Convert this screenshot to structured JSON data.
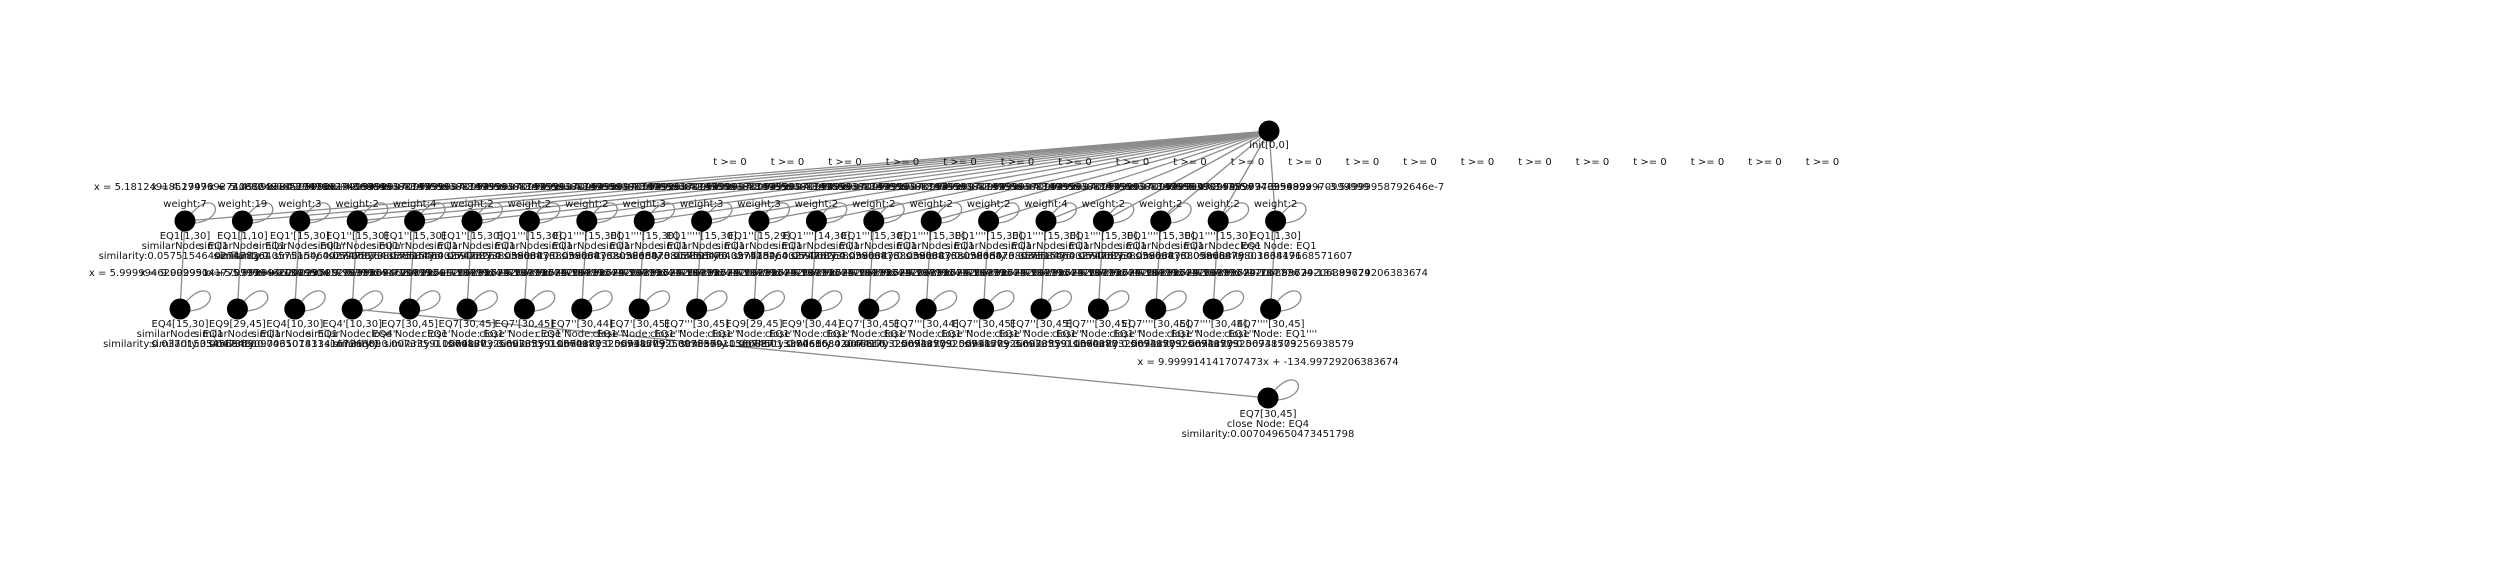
{
  "root": {
    "label": "init[0,0]"
  },
  "root_edge_labels": [
    "t >= 0",
    "t >= 0",
    "t >= 0",
    "t >= 0",
    "t >= 0",
    "t >= 0",
    "t >= 0",
    "t >= 0",
    "t >= 0",
    "t >= 0",
    "t >= 0",
    "t >= 0",
    "t >= 0",
    "t >= 0",
    "t >= 0",
    "t >= 0",
    "t >= 0",
    "t >= 0",
    "t >= 0",
    "t >= 0"
  ],
  "level1_loop_labels": [
    "x = 5.18124918527476 + -3.49999380999999x",
    "x = 4.19999927406864x + -3.50000199999999",
    "x = 5.18124918527476x + -3.54999970999999",
    "x = 4.19999927406864x + -3.54999970999999",
    "x = 4.19999938874755x + -3.54999970999999",
    "x = 4.19999938874755x + -3.54999970999999",
    "x = 4.19999938874755x + -3.54999970999999",
    "x = 4.19999938874755x + -3.54999970999999",
    "x = 4.19999938874755x + -3.54999970999999",
    "x = 4.19999938874755x + -3.54999970999999",
    "x = 4.19999938874755x + -3.54999970999999",
    "x = 4.19999938874755x + -3.54999970999999",
    "x = 4.19999938874755x + -3.54999970999999",
    "x = 4.19999938874755x + -3.54999970999999",
    "x = 4.19999938874755x + -3.54999970999999",
    "x = 4.19999938874755x + -3.54999970999999",
    "x = 4.19999938874755x + -3.54999970999999",
    "x = 4.19999938874755x + -3.54999970999999",
    "x = 4.19999938874755x + -3.54999970999999",
    "x = 7.49999389774335682x + -3.54999958792646e-7"
  ],
  "level1_nodes": [
    {
      "name": "EQ1[1,30]",
      "weight": "weight:7",
      "note": "similarNode: EQ1",
      "similarity": "similarity:0.057515464027478264"
    },
    {
      "name": "EQ1[1,10]",
      "weight": "weight:19",
      "note": "similarNode: EQ1",
      "similarity": "similarity:1"
    },
    {
      "name": "EQ1'[15,30]",
      "weight": "weight:3",
      "note": "similarNode: EQ1''",
      "similarity": "similarity:0.057515464027478264"
    },
    {
      "name": "EQ1''[15,30]",
      "weight": "weight:2",
      "note": "similarNode: EQ1'",
      "similarity": "similarity:0.05906873803868476"
    },
    {
      "name": "EQ1''[15,30]",
      "weight": "weight:4",
      "note": "similarNode: EQ1",
      "similarity": "similarity:0.057515464027478264"
    },
    {
      "name": "EQ1''[15,30]",
      "weight": "weight:2",
      "note": "similarNode: EQ1",
      "similarity": "similarity:0.05906873803868476"
    },
    {
      "name": "EQ1'''[15,30]",
      "weight": "weight:2",
      "note": "similarNode: EQ1",
      "similarity": "similarity:0.05906873803868476"
    },
    {
      "name": "EQ1''''[15,30]",
      "weight": "weight:2",
      "note": "similarNode: EQ1",
      "similarity": "similarity:0.05906873803868476"
    },
    {
      "name": "EQ1''''[15,30]",
      "weight": "weight:3",
      "note": "similarNode: EQ1",
      "similarity": "similarity:0.05906873803868476"
    },
    {
      "name": "EQ1'''''[15,30]",
      "weight": "weight:3",
      "note": "similarNode: EQ1",
      "similarity": "similarity:0.057515464027478264"
    },
    {
      "name": "EQ1''[15,29]",
      "weight": "weight:3",
      "note": "similarNode: EQ1",
      "similarity": "similarity:0.057515464027478264"
    },
    {
      "name": "EQ1''''[14,30]",
      "weight": "weight:2",
      "note": "similarNode: EQ1",
      "similarity": "similarity:0.05906873803868476"
    },
    {
      "name": "EQ1'''[15,30]",
      "weight": "weight:2",
      "note": "similarNode: EQ1",
      "similarity": "similarity:0.05906873803868476"
    },
    {
      "name": "EQ1''''[15,30]",
      "weight": "weight:2",
      "note": "similarNode: EQ1",
      "similarity": "similarity:0.05906873803868476"
    },
    {
      "name": "EQ1''''[15,30]",
      "weight": "weight:2",
      "note": "similarNode: EQ1",
      "similarity": "similarity:0.05906873803868476"
    },
    {
      "name": "EQ1''''[15,30]",
      "weight": "weight:4",
      "note": "similarNode: EQ1",
      "similarity": "similarity:0.057515464027478264"
    },
    {
      "name": "EQ1''''[15,30]",
      "weight": "weight:2",
      "note": "similarNode: EQ1",
      "similarity": "similarity:0.05906873803868476"
    },
    {
      "name": "EQ1''''[15,30]",
      "weight": "weight:2",
      "note": "similarNode: EQ1",
      "similarity": "similarity:0.05906873803868476"
    },
    {
      "name": "EQ1''''[15,30]",
      "weight": "weight:2",
      "note": "similarNode: EQ1",
      "similarity": "similarity:0.05906873803868476"
    },
    {
      "name": "EQ1[1,30]",
      "weight": "weight:2",
      "note": "close Node: EQ1",
      "similarity": "similarity:0.163419168571607"
    }
  ],
  "level2_loop_labels": [
    "x = 5.99999462002950x + -5.99999462002950",
    "x = 9.99999141770777x + -134.99729206383674",
    "x = 5.99999462002950x + -5.99999462002950",
    "x = 9.99999141770777x + -134.99729206383674",
    "x = 9.99999141770777x + -134.99729206383674",
    "x = 9.99999141770777x + -134.99729206383674",
    "x = 9.99999141770777x + -134.99729206383674",
    "x = 9.99999141770777x + -134.99729206383674",
    "x = 9.99999141770777x + -134.99729206383674",
    "x = 9.99999141770777x + -134.99729206383674",
    "x = 9.99999141770777x + -134.99729206383674",
    "x = 9.99999141770777x + -134.99729206383674",
    "x = 9.99999141770777x + -134.99729206383674",
    "x = 9.99999141770777x + -134.99729206383674",
    "x = 9.99999141770777x + -134.99729206383674",
    "x = 9.99999141770777x + -134.99729206383674",
    "x = 9.99999141770777x + -134.99729206383674",
    "x = 9.99999141770777x + -134.99729206383674",
    "x = 9.99999141770777x + -134.99729206383674",
    "x = 9.99999141770777x + -134.99729206383674"
  ],
  "level2_nodes": [
    {
      "name": "EQ4[15,30]",
      "note": "similarNode: EQ1",
      "similarity": "similarity:0.037015354568480"
    },
    {
      "name": "EQ9[29,45]",
      "note": "similarNode: EQ1",
      "similarity": "similarity:0.004736309746507831"
    },
    {
      "name": "EQ4[10,30]",
      "note": "similarNode: EQ1",
      "similarity": "similarity:0.003101413416726389"
    },
    {
      "name": "EQ4'[10,30]",
      "note": "similarNode: EQ4''",
      "similarity": "similarity:1"
    },
    {
      "name": "EQ7[30,45]",
      "note": "close Node: EQ1''",
      "similarity": "similarity:0.007335911560887"
    },
    {
      "name": "EQ7[30,45]",
      "note": "close Node: EQ1'''",
      "similarity": "similarity:0.00741703256938579"
    },
    {
      "name": "EQ7'[30,45]",
      "note": "close Node: EQ1'''",
      "similarity": "similarity:0.007335911560887"
    },
    {
      "name": "EQ7''[30,44]",
      "note": "close Node: EQ1''''",
      "similarity": "similarity:0.00741703256938579"
    },
    {
      "name": "EQ7'[30,45]",
      "note": "close Node: EQ1''''",
      "similarity": "similarity:0.00741703256938579"
    },
    {
      "name": "EQ7'''[30,45]",
      "note": "close Node: EQ1''''",
      "similarity": "similarity:0.007335911560887"
    },
    {
      "name": "EQ9[29,45]",
      "note": "close Node: EQ1''''",
      "similarity": "similarity:0.00745013374616"
    },
    {
      "name": "EQ9'[30,44]",
      "note": "close Node: EQ1''''",
      "similarity": "similarity:0.00686842046616"
    },
    {
      "name": "EQ7'[30,45]",
      "note": "close Node: EQ1''''",
      "similarity": "similarity:0.00741703256938579"
    },
    {
      "name": "EQ7'''[30,44]",
      "note": "close Node: EQ1''''",
      "similarity": "similarity:0.00741703256938579"
    },
    {
      "name": "EQ7''[30,45]",
      "note": "close Node: EQ1''''",
      "similarity": "similarity:0.00741703256938579"
    },
    {
      "name": "EQ7''[30,45]",
      "note": "close Node: EQ1''''",
      "similarity": "similarity:0.007335911560887"
    },
    {
      "name": "EQ7'''[30,45]",
      "note": "close Node: EQ1''''",
      "similarity": "similarity:0.00741703256938579"
    },
    {
      "name": "EQ7''''[30,45]",
      "note": "close Node: EQ1''''",
      "similarity": "similarity:0.00741703256938579"
    },
    {
      "name": "EQ7''''[30,44]",
      "note": "close Node: EQ1''''",
      "similarity": "similarity:0.00741703256938579"
    },
    {
      "name": "EQ7''''[30,45]",
      "note": "close Node: EQ1''''",
      "similarity": "similarity:0.00741703256938579"
    }
  ],
  "level3": {
    "loop_label": "x = 9.999914141707473x + -134.99729206383674",
    "node": {
      "name": "EQ7[30,45]",
      "note": "close Node: EQ4",
      "similarity": "similarity:0.007049650473451798"
    }
  }
}
